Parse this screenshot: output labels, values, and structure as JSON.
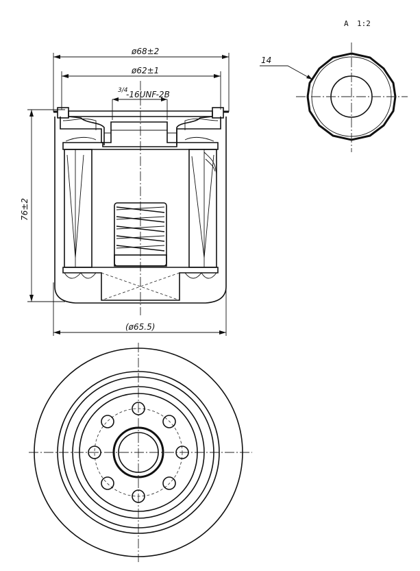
{
  "view_label": "A",
  "view_scale": "1:2",
  "leader_number": "14",
  "dims": {
    "outer_diameter": "ø68±2",
    "gasket_diameter": "ø62±1",
    "thread_fraction": "3/4",
    "thread_spec": "-16UNF-2B",
    "height": "76±2",
    "body_diameter": "(ø65.5)"
  },
  "colors": {
    "line": "#111111",
    "background": "#ffffff"
  }
}
